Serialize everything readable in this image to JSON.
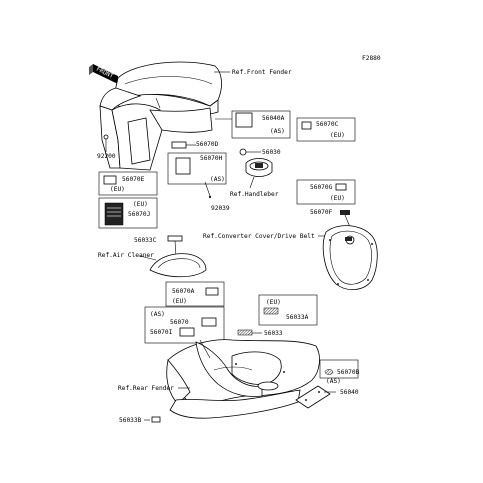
{
  "figure_code": "F2880",
  "front_badge": "FRONT",
  "refs": {
    "front_fender": "Ref.Front Fender",
    "handlebar": "Ref.Handleber",
    "converter_cover": "Ref.Converter Cover/Drive Belt",
    "air_cleaner": "Ref.Air Cleaner",
    "rear_fender": "Ref.Rear Fender"
  },
  "parts": {
    "p56040A": "56040A",
    "p56070C": "56070C",
    "p56070D": "56070D",
    "p56070H": "56070H",
    "p56030": "56030",
    "p92200": "92200",
    "p92039": "92039",
    "p56070E": "56070E",
    "p56070J": "56070J",
    "p56070G": "56070G",
    "p56070F": "56070F",
    "p56033C": "56033C",
    "p56070A": "56070A",
    "p56033A": "56033A",
    "p56070": "56070",
    "p56070I": "56070I",
    "p56033": "56033",
    "p56070B": "56070B",
    "p56040": "56040",
    "p56033B": "56033B"
  },
  "market_tags": {
    "as": "(AS)",
    "eu": "(EU)"
  }
}
